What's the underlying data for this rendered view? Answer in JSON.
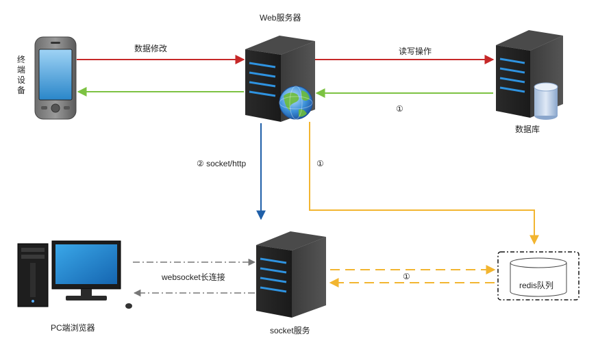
{
  "nodes": {
    "terminal": {
      "label": "终端设备"
    },
    "web_server": {
      "label": "Web服务器"
    },
    "database": {
      "label": "数据库"
    },
    "socket_server": {
      "label": "socket服务"
    },
    "pc_browser": {
      "label": "PC端浏览器"
    },
    "redis": {
      "label": "redis队列"
    }
  },
  "edges": {
    "data_modify": {
      "label": "数据修改",
      "color": "#c62828"
    },
    "read_write": {
      "label": "读写操作",
      "color": "#c62828"
    },
    "db_return": {
      "label": "①",
      "color": "#7cc242"
    },
    "web_to_socket": {
      "label": "② socket/http",
      "color": "#1f5fa8"
    },
    "web_to_redis": {
      "label": "①",
      "color": "#f2b530"
    },
    "socket_redis": {
      "label": "①",
      "color": "#f2b530"
    },
    "websocket": {
      "label": "websocket长连接",
      "color": "#777777"
    }
  }
}
